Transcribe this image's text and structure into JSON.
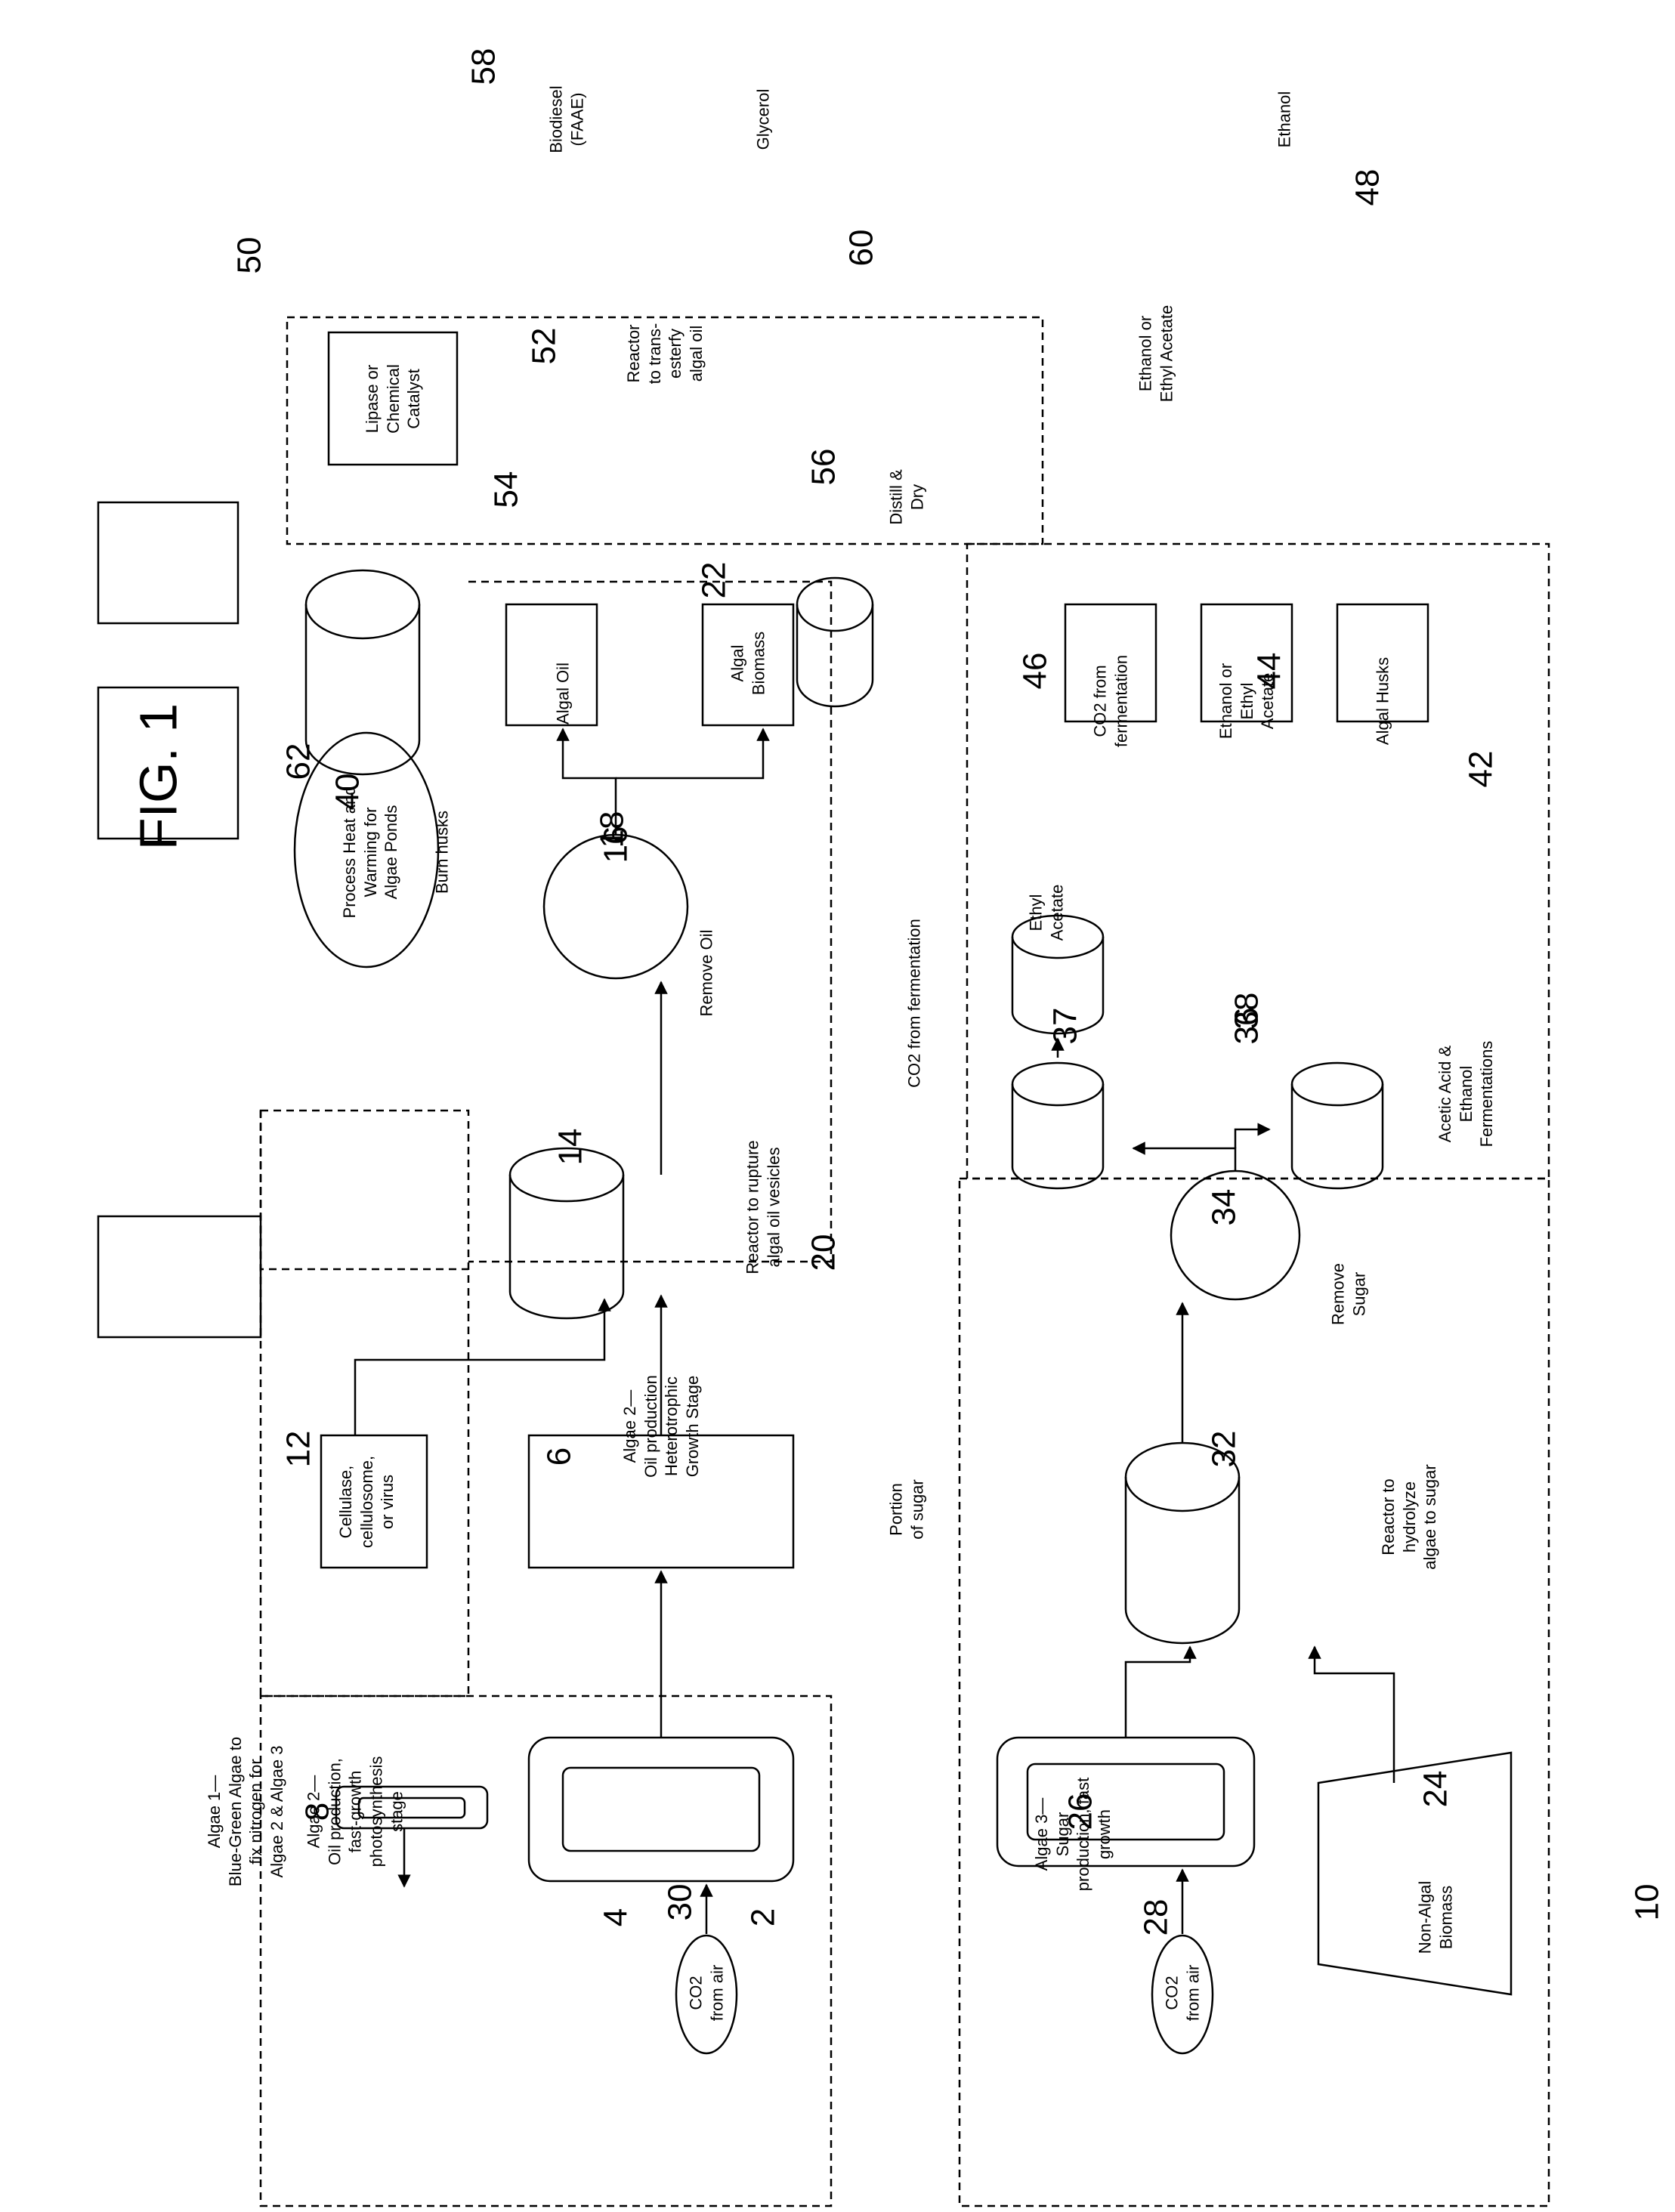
{
  "figure_title": "FIG. 1",
  "group_numbers": {
    "g10": "10",
    "g20": "20",
    "g30": "30",
    "g40": "40",
    "g50": "50"
  },
  "ref_numbers": {
    "n2": "2",
    "n4": "4",
    "n6": "6",
    "n8": "8",
    "n12": "12",
    "n14": "14",
    "n16": "16",
    "n18": "18",
    "n22": "22",
    "n24": "24",
    "n26": "26",
    "n28": "28",
    "n32": "32",
    "n34": "34",
    "n36": "36",
    "n37": "37",
    "n38": "38",
    "n42": "42",
    "n44": "44",
    "n46": "46",
    "n48": "48",
    "n52": "52",
    "n54": "54",
    "n56": "56",
    "n58": "58",
    "n60": "60",
    "n62": "62"
  },
  "labels": {
    "algae1": "Algae 1—\nBlue-Green Algae to\nfix nitrogen for\nAlgae 2 & Algae 3",
    "algae2_photo": "Algae 2—\nOil production,\nfast-growth\nphotosynthesis\nstage",
    "co2_air_1": "CO2\nfrom air",
    "algae2_hetero": "Algae 2—\nOil production\nHeterotrophic\nGrowth Stage",
    "cellulase": "Cellulase,\ncellulosome,\nor virus",
    "reactor_rupture": "Reactor to rupture\nalgal oil vesicles",
    "remove_oil": "Remove Oil",
    "algal_oil": "Algal Oil",
    "algal_biomass": "Algal\nBiomass",
    "process_heat": "Process Heat and\nWarming for\nAlgae Ponds",
    "burn_husks": "Burn husks",
    "co2_ferm_line": "CO2 from fermentation",
    "portion_sugar": "Portion\nof sugar",
    "algae3": "Algae 3—\nSugar\nproduction, fast\ngrowth",
    "co2_air_2": "CO2\nfrom air",
    "non_algal": "Non-Algal\nBiomass",
    "reactor_hydrolyze": "Reactor to\nhydrolyze\nalgae to sugar",
    "remove_sugar": "Remove\nSugar",
    "acetic_ethanol": "Acetic Acid &\nEthanol\nFermentations",
    "ethyl_acetate_tank": "Ethyl\nAcetate",
    "co2_from_ferm_box": "CO2 from\nfermentation",
    "ethanol_ea_box": "Ethanol or\nEthyl\nAcetate",
    "algal_husks": "Algal Husks",
    "lipase": "Lipase or\nChemical\nCatalyst",
    "reactor_transesterify": "Reactor\nto trans-\nesterfy\nalgal oil",
    "distill_dry": "Distill &\nDry",
    "ethanol_ea_line": "Ethanol or\nEthyl Acetate",
    "biodiesel": "Biodiesel\n(FAAE)",
    "glycerol": "Glycerol",
    "ethanol": "Ethanol"
  }
}
